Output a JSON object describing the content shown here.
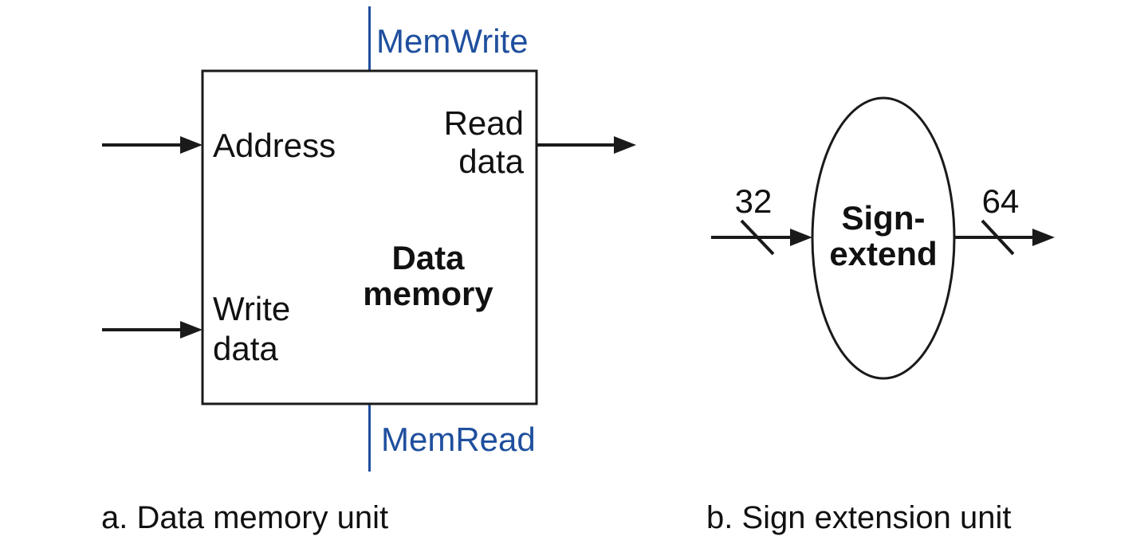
{
  "diagram": {
    "panel_a": {
      "caption": "a. Data memory unit",
      "block_title_line1": "Data",
      "block_title_line2": "memory",
      "control_top_label": "MemWrite",
      "control_bottom_label": "MemRead",
      "input_address_label": "Address",
      "input_write_line1": "Write",
      "input_write_line2": "data",
      "output_read_line1": "Read",
      "output_read_line2": "data"
    },
    "panel_b": {
      "caption": "b. Sign extension unit",
      "block_title_line1": "Sign-",
      "block_title_line2": "extend",
      "input_bus_width": "32",
      "output_bus_width": "64"
    },
    "colors": {
      "control_signal_blue": "#1f4f9e",
      "line_black": "#1a1a1a",
      "background": "#ffffff"
    }
  }
}
